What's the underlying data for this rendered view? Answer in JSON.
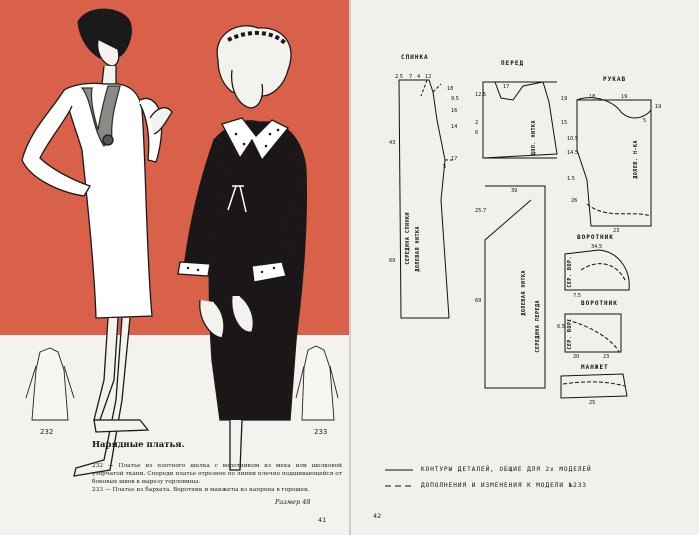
{
  "left_page": {
    "model_numbers": [
      "232",
      "233"
    ],
    "caption_title": "Нарядные платья.",
    "description_232": "232 — Платье из плотного шелка с воротником из меха или шел­ковой узорчатой ткани. Спереди платье отрезное по линии плечно подшивающейся от боковых швов к вырезу горловины.",
    "description_233": "233 — Платье из бархата. Воротник и манжеты из капрона в го­рошек.",
    "size_line": "Размер 48",
    "page_number": "41",
    "colors": {
      "red_panel": "#d9614a",
      "dark_dress": "#1b1718"
    }
  },
  "right_page": {
    "page_number": "42",
    "piece_titles": {
      "back": "СПИНКА",
      "front": "ПЕРЕД",
      "sleeve": "РУКАВ",
      "collar1": "ВОРОТНИК",
      "collar2": "ВОРОТНИК",
      "cuff": "МАНЖЕТ"
    },
    "back_dims": [
      "2.5",
      "7",
      "4",
      "12",
      "18",
      "9.5",
      "16",
      "14",
      "17",
      "5",
      "43",
      "69"
    ],
    "front_top_dims": [
      "12.5",
      "17",
      "19",
      "15",
      "2",
      "6"
    ],
    "front_bottom_dims": [
      "39",
      "25.7",
      "69"
    ],
    "sleeve_dims": [
      "18",
      "19",
      "5",
      "19",
      "10.5",
      "14.5",
      "1.5",
      "26",
      "23"
    ],
    "collar1_dims": [
      "34.5",
      "7.5"
    ],
    "collar2_dims": [
      "6.5",
      "20",
      "23"
    ],
    "cuff_dims": [
      "25"
    ],
    "grain_labels": {
      "back_center": "СЕРЕДИНА СПИНКИ",
      "back_grain": "ДОЛЕВАЯ НИТКА",
      "front_center": "СЕРЕДИНА ПЕРЕДА",
      "front_grain": "ДОЛЕВАЯ НИТКА",
      "front_top_grain": "ДОЛ. НИТКА",
      "sleeve_grain": "ДОЛЕВ. Н-КА",
      "collar1_mid": "СЕР. ВОР.",
      "collar2_mid": "СЕР. ВОР."
    },
    "legend": {
      "solid": "КОНТУРЫ ДЕТАЛЕЙ, ОБЩИЕ ДЛЯ 2х МОДЕЛЕЙ",
      "dashed": "ДОПОЛНЕНИЯ И ИЗМЕНЕНИЯ К МОДЕЛИ №233"
    }
  }
}
